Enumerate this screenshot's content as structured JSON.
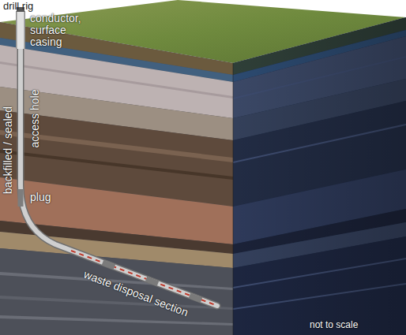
{
  "diagram": {
    "labels": [
      "drill rig",
      "conductor, surface casing",
      "access hole",
      "backfilled / sealed",
      "plug",
      "waste disposal section",
      "not to scale"
    ]
  }
}
